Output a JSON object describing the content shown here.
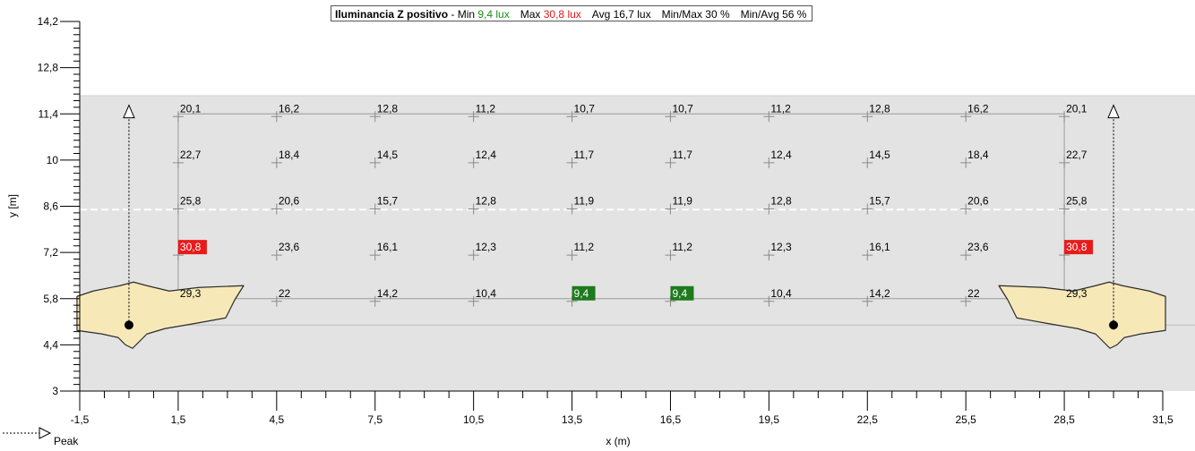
{
  "title": {
    "bold": "Iluminancia  Z positivo",
    "min_prefix": " - Min ",
    "min_value": "9,4 lux",
    "max_prefix": "Max ",
    "max_value": "30,8 lux",
    "avg": "Avg 16,7 lux",
    "minmax": "Min/Max 30 %",
    "minavg": "Min/Avg 56 %"
  },
  "legend": {
    "peak_label": "Peak"
  },
  "colors": {
    "min_highlight": "#1d7a1d",
    "max_highlight": "#e81b1b",
    "road": "#e3e3e3",
    "luminaire": "#f7e8b8"
  },
  "chart_data": {
    "type": "table",
    "xlabel": "x (m)",
    "ylabel": "y [m]",
    "xlim": [
      -1.5,
      31.5
    ],
    "ylim": [
      3,
      14.2
    ],
    "x_ticks": [
      "-1,5",
      "1,5",
      "4,5",
      "7,5",
      "10,5",
      "13,5",
      "16,5",
      "19,5",
      "22,5",
      "25,5",
      "28,5",
      "31,5"
    ],
    "y_ticks": [
      "3",
      "4,4",
      "5,8",
      "7,2",
      "8,6",
      "10",
      "11,4",
      "12,8",
      "14,2"
    ],
    "grid_x": [
      1.5,
      4.5,
      7.5,
      10.5,
      13.5,
      16.5,
      19.5,
      22.5,
      25.5,
      28.5
    ],
    "grid_y": [
      11.4,
      10.0,
      8.6,
      7.2,
      5.8
    ],
    "values": [
      [
        "20,1",
        "16,2",
        "12,8",
        "11,2",
        "10,7",
        "10,7",
        "11,2",
        "12,8",
        "16,2",
        "20,1"
      ],
      [
        "22,7",
        "18,4",
        "14,5",
        "12,4",
        "11,7",
        "11,7",
        "12,4",
        "14,5",
        "18,4",
        "22,7"
      ],
      [
        "25,8",
        "20,6",
        "15,7",
        "12,8",
        "11,9",
        "11,9",
        "12,8",
        "15,7",
        "20,6",
        "25,8"
      ],
      [
        "30,8",
        "23,6",
        "16,1",
        "12,3",
        "11,2",
        "11,2",
        "12,3",
        "16,1",
        "23,6",
        "30,8"
      ],
      [
        "29,3",
        "22",
        "14,2",
        "10,4",
        "9,4",
        "9,4",
        "10,4",
        "14,2",
        "22",
        "29,3"
      ]
    ],
    "min_value": 9.4,
    "max_value": 30.8,
    "luminaires": [
      {
        "x": 0.0,
        "y": 5.0
      },
      {
        "x": 30.0,
        "y": 5.0
      }
    ]
  }
}
